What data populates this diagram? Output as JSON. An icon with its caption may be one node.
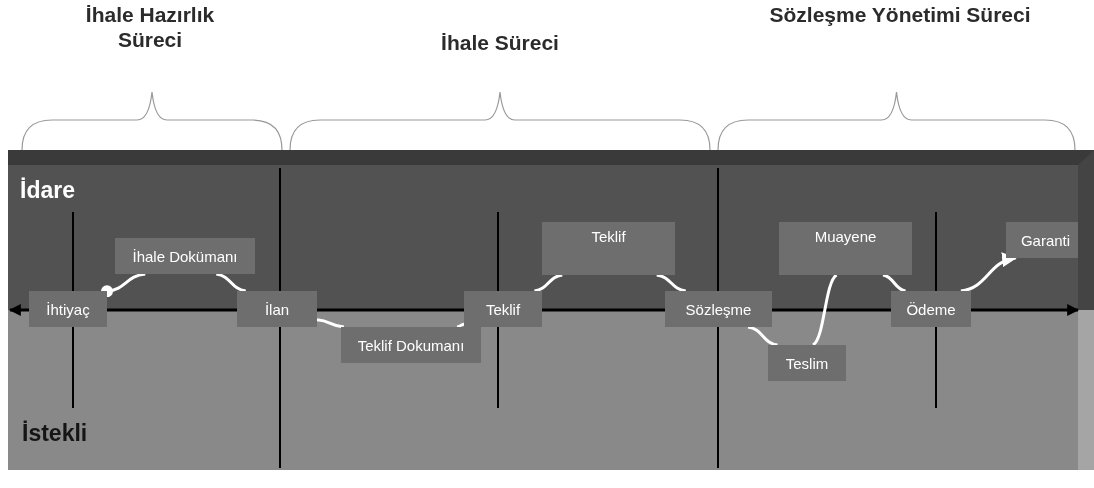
{
  "diagram": {
    "nodes": [
      {
        "text": [
          "İdare"
        ]
      },
      {
        "text": [
          "İstekli"
        ]
      },
      {
        "text": [
          "İhtiyaç"
        ]
      },
      {
        "text": [
          "İhale Dokümanı"
        ],
        "in": 0
      },
      {
        "text": [
          "İlan"
        ]
      },
      {
        "text": [
          "Teklif Dokumanı"
        ],
        "in": 1
      },
      {
        "text": [
          "Teklif"
        ]
      },
      {
        "text": [
          "Teklif"
        ],
        "in": 0
      },
      {
        "text": [
          "Sözleşme"
        ]
      },
      {
        "text": [
          "Teslim"
        ],
        "in": 1
      },
      {
        "text": [
          "Muayene"
        ],
        "in": 0
      },
      {
        "text": [
          "Ödeme"
        ]
      },
      {
        "text": [
          "Garanti"
        ],
        "in": 0
      }
    ],
    "edges": [
      {
        "from": 2,
        "to": 3,
        "arrow": "other"
      },
      {
        "from": 3,
        "to": 4,
        "arrow": "none"
      },
      {
        "from": 4,
        "to": 5,
        "arrow": "none"
      },
      {
        "from": 5,
        "to": 6,
        "arrow": "none"
      },
      {
        "from": 6,
        "to": 7,
        "arrow": "none"
      },
      {
        "from": 7,
        "to": 8,
        "arrow": "none"
      },
      {
        "from": 8,
        "to": 9,
        "arrow": "none"
      },
      {
        "from": 9,
        "to": 10,
        "arrow": "none"
      },
      {
        "from": 10,
        "to": 11,
        "arrow": "none"
      },
      {
        "from": 11,
        "to": 12,
        "arrow": "to"
      }
    ],
    "labels": [
      "İhale Hazırlık Süreci",
      "İhale Süreci",
      "Sözleşme Yönetimi Süreci"
    ]
  }
}
